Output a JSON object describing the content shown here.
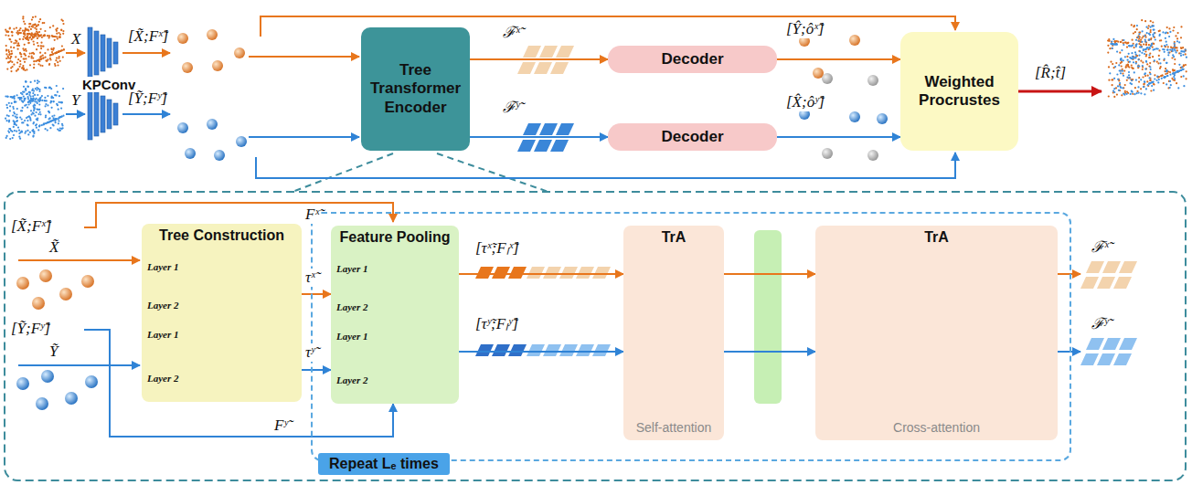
{
  "diagram": {
    "nodes": [
      {
        "text": [
          "Tree Transformer Encoder"
        ]
      },
      {
        "text": [
          "Decoder"
        ]
      },
      {
        "text": [
          "Decoder"
        ]
      },
      {
        "text": [
          "Weighted Procrustes"
        ]
      },
      {
        "text": [
          "Tree Construction",
          "Layer 1",
          "Layer 2",
          "Layer 1",
          "Layer 2"
        ]
      },
      {
        "text": [
          "Repeat Lₑ times"
        ]
      },
      {
        "text": [
          "Feature Pooling",
          "Layer 1",
          "Layer 2",
          "Layer 1",
          "Layer 2"
        ],
        "in": 5
      },
      {
        "text": [
          "TrA",
          "Self-attention"
        ],
        "in": 5
      },
      {
        "text": [
          "TrA",
          "Cross-attention"
        ],
        "in": 5
      }
    ],
    "edges": [
      {
        "from": 0,
        "to": 1,
        "arrow": "to",
        "label": "ℱˣ̃"
      },
      {
        "from": 0,
        "to": 2,
        "arrow": "to",
        "label": "ℱʸ̃"
      },
      {
        "from": 1,
        "to": 3,
        "arrow": "to",
        "label": "[Ŷ;ôˣ̃]"
      },
      {
        "from": 2,
        "to": 3,
        "arrow": "to",
        "label": "[X̂;ôʸ̃]"
      },
      {
        "from": 4,
        "to": 6,
        "arrow": "to",
        "label": "τˣ̃"
      },
      {
        "from": 4,
        "to": 6,
        "arrow": "to",
        "label": "τʸ̃"
      },
      {
        "from": 6,
        "to": 7,
        "arrow": "to",
        "label": "[τˣ̃;Fₗˣ̃]"
      },
      {
        "from": 6,
        "to": 7,
        "arrow": "to",
        "label": "[τʸ̃;Fₗʸ̃]"
      },
      {
        "from": 7,
        "to": 8,
        "arrow": "to"
      },
      {
        "from": 7,
        "to": 8,
        "arrow": "to"
      }
    ],
    "labels": [
      "X",
      "Y",
      "KPConv",
      "[X̃;Fˣ̃]",
      "[Ỹ;Fʸ̃]",
      "[R̂;t̂]",
      "[X̃;Fˣ̃]",
      "X̃",
      "Fˣ̃",
      "[Ỹ;Fʸ̃]",
      "Ỹ",
      "Fʸ̃",
      "ℱˣ̃",
      "ℱʸ̃"
    ]
  }
}
